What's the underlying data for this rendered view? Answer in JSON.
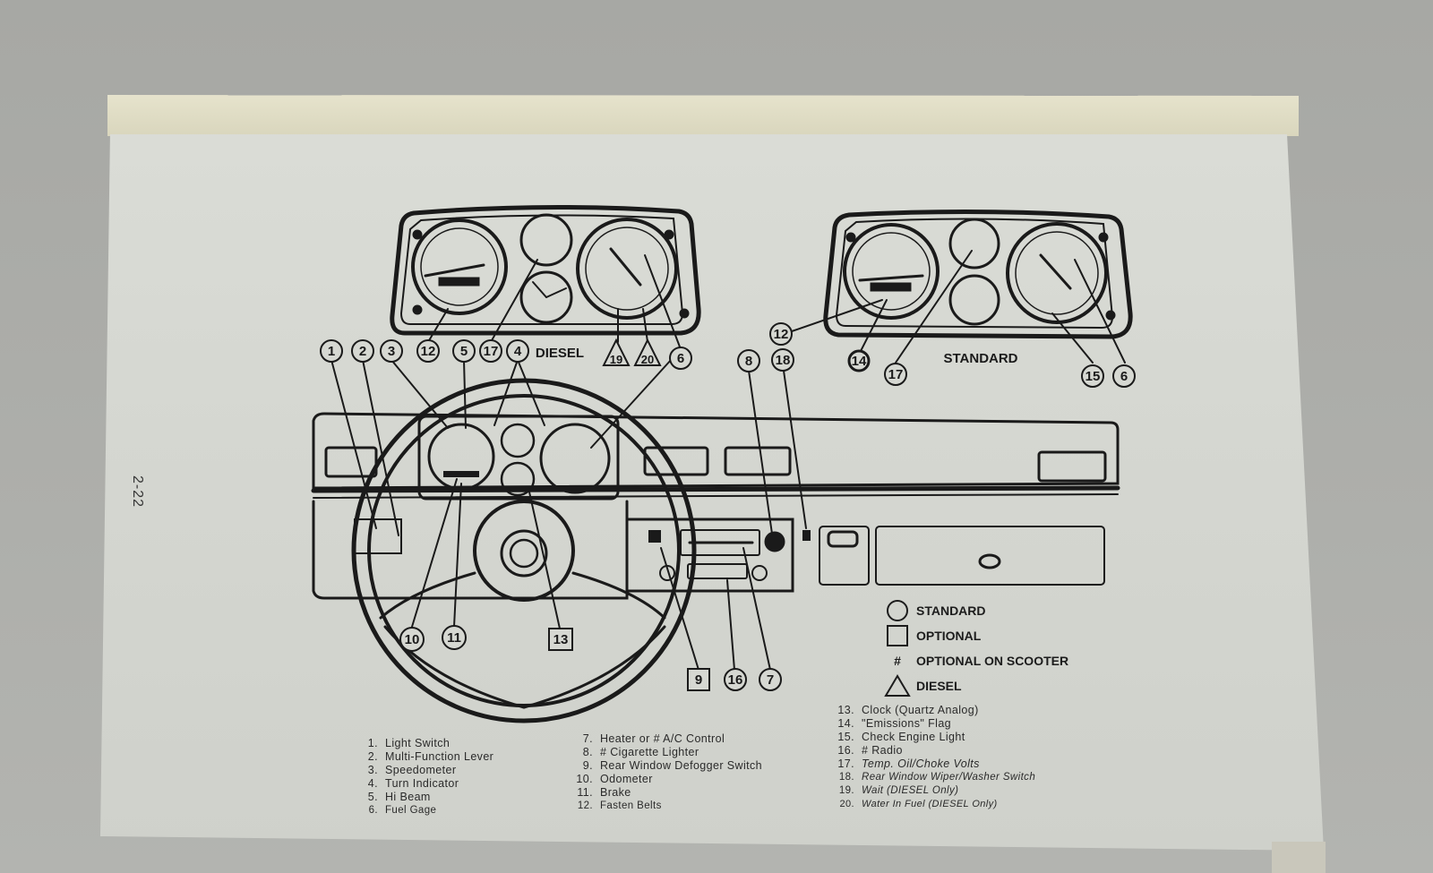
{
  "page": {
    "page_number": "2-22"
  },
  "diagram": {
    "diesel_label": "DIESEL",
    "standard_label": "STANDARD",
    "callouts_circle": [
      "1",
      "2",
      "3",
      "12",
      "5",
      "17",
      "4",
      "6",
      "8",
      "18",
      "12",
      "14",
      "17",
      "15",
      "6",
      "10",
      "11",
      "16",
      "7"
    ],
    "callouts_square": [
      "13",
      "9"
    ],
    "callouts_triangle": [
      "19",
      "20"
    ]
  },
  "key": {
    "items": [
      {
        "symbol": "circle",
        "label": "STANDARD"
      },
      {
        "symbol": "square",
        "label": "OPTIONAL"
      },
      {
        "symbol": "#",
        "label": "OPTIONAL ON SCOOTER"
      },
      {
        "symbol": "triangle",
        "label": "DIESEL"
      }
    ]
  },
  "legend": {
    "column1": [
      {
        "num": "1.",
        "text": "Light Switch"
      },
      {
        "num": "2.",
        "text": "Multi-Function Lever"
      },
      {
        "num": "3.",
        "text": "Speedometer"
      },
      {
        "num": "4.",
        "text": "Turn Indicator"
      },
      {
        "num": "5.",
        "text": "Hi Beam"
      },
      {
        "num": "6.",
        "text": "Fuel Gage"
      }
    ],
    "column2": [
      {
        "num": "7.",
        "text": "Heater or # A/C Control"
      },
      {
        "num": "8.",
        "text": "# Cigarette Lighter"
      },
      {
        "num": "9.",
        "text": "Rear Window Defogger Switch"
      },
      {
        "num": "10.",
        "text": "Odometer"
      },
      {
        "num": "11.",
        "text": "Brake"
      },
      {
        "num": "12.",
        "text": "Fasten Belts"
      }
    ],
    "column3": [
      {
        "num": "13.",
        "text": "Clock (Quartz Analog)"
      },
      {
        "num": "14.",
        "text": "\"Emissions\" Flag"
      },
      {
        "num": "15.",
        "text": "Check Engine Light"
      },
      {
        "num": "16.",
        "text": "# Radio"
      },
      {
        "num": "17.",
        "text": "Temp. Oil/Choke Volts"
      },
      {
        "num": "18.",
        "text": "Rear Window Wiper/Washer Switch"
      },
      {
        "num": "19.",
        "text": "Wait (DIESEL Only)"
      },
      {
        "num": "20.",
        "text": "Water In Fuel (DIESEL Only)"
      }
    ]
  },
  "colors": {
    "background": "#a9aaa6",
    "paper": "#d6d8d2",
    "ink": "#1a1a1a",
    "page_edge": "#e2dfc6"
  }
}
